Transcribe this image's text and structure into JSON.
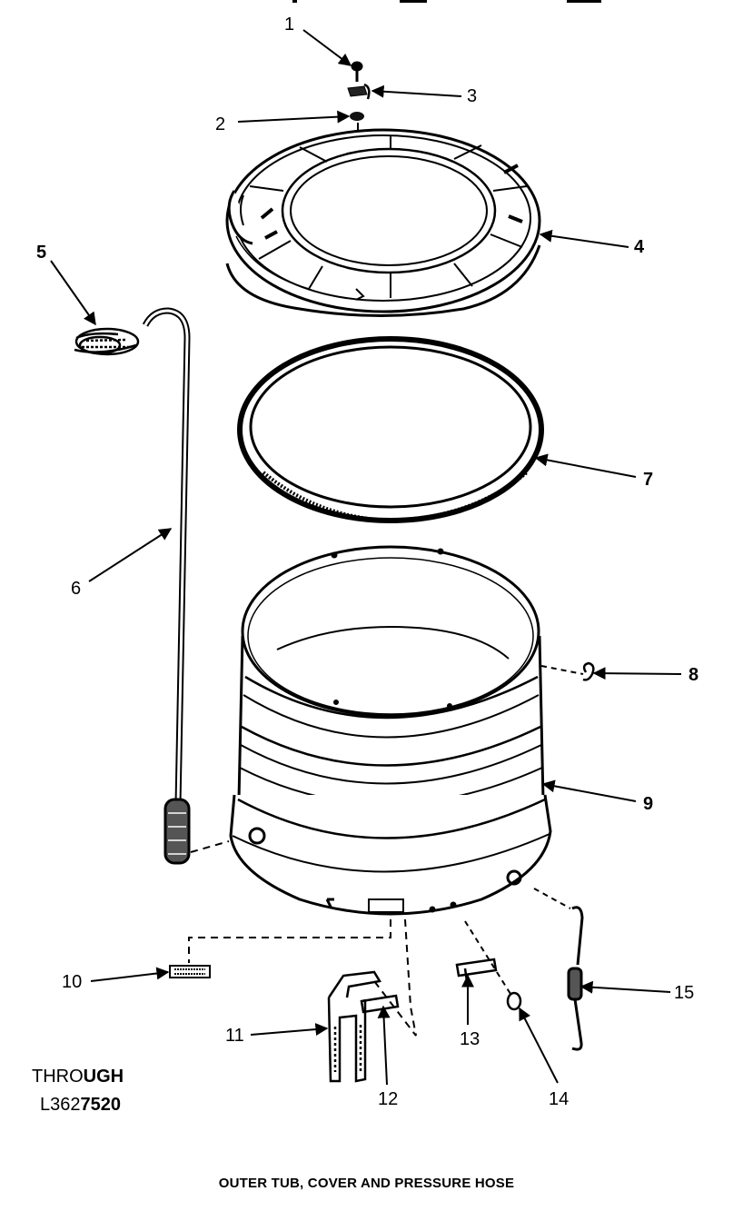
{
  "callouts": [
    {
      "num": "1"
    },
    {
      "num": "2"
    },
    {
      "num": "3"
    },
    {
      "num": "4"
    },
    {
      "num": "5"
    },
    {
      "num": "6"
    },
    {
      "num": "7"
    },
    {
      "num": "8"
    },
    {
      "num": "9"
    },
    {
      "num": "10"
    },
    {
      "num": "11"
    },
    {
      "num": "12"
    },
    {
      "num": "13"
    },
    {
      "num": "14"
    },
    {
      "num": "15"
    }
  ],
  "note": {
    "line1_normal": "THRO",
    "line1_bold": "UGH",
    "line2_normal": "L362",
    "line2_bold": "7520"
  },
  "caption": "OUTER TUB, COVER AND PRESSURE HOSE"
}
